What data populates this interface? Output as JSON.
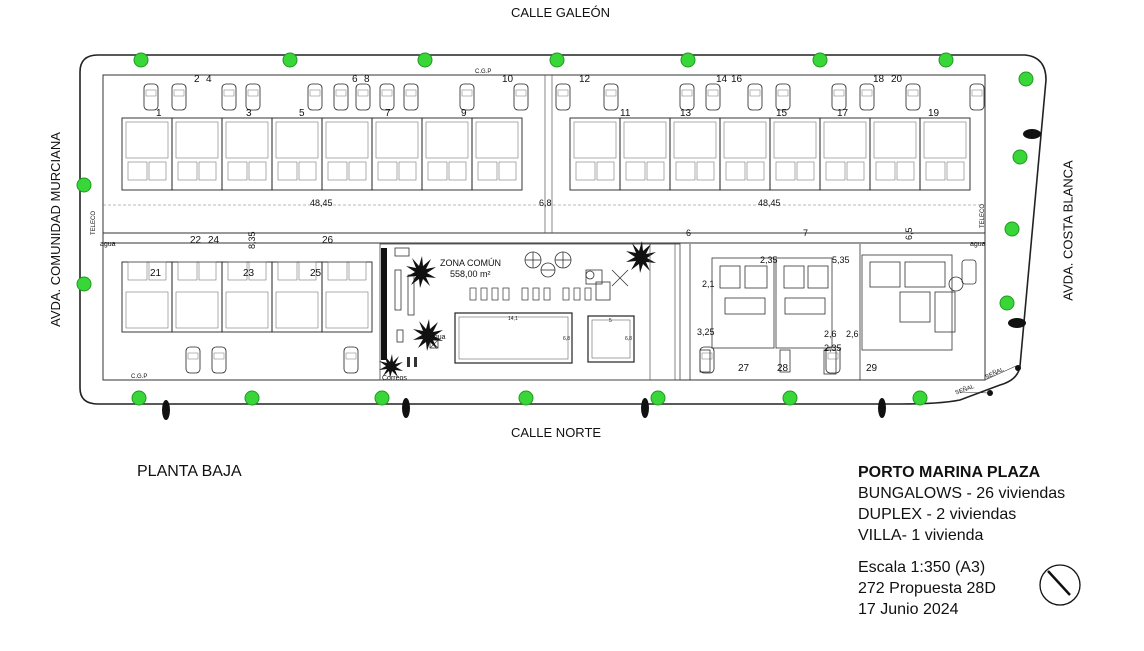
{
  "streets": {
    "top": "CALLE GALEÓN",
    "bottom": "CALLE NORTE",
    "left": "AVDA. COMUNIDAD MURCIANA",
    "right": "AVDA. COSTA BLANCA"
  },
  "plan_name": "PLANTA BAJA",
  "project": {
    "name": "PORTO MARINA PLAZA",
    "lines": [
      "BUNGALOWS  - 26 viviendas",
      "DUPLEX - 2 viviendas",
      "VILLA- 1 vivienda"
    ],
    "scale": "Escala 1:350 (A3)",
    "proposal": "272 Propuesta 28D",
    "date": "17 Junio 2024"
  },
  "common_zone": {
    "label": "ZONA COMÚN",
    "area": "558,00 m²"
  },
  "units_top_left": [
    "2",
    "4",
    "6",
    "8",
    "10",
    "1",
    "3",
    "5",
    "7",
    "9"
  ],
  "units_top_right": [
    "12",
    "14",
    "16",
    "18",
    "20",
    "11",
    "13",
    "15",
    "17",
    "19"
  ],
  "units_bottom": [
    "22",
    "24",
    "26",
    "21",
    "23",
    "25",
    "27",
    "28",
    "29"
  ],
  "dimensions": {
    "block_left": "48,45",
    "block_right": "48,45",
    "street_gap": "6,8",
    "side_gap": "8,35",
    "right_gap": "6,5",
    "left_gap": "7",
    "mid_gap": "6",
    "villa_w": "5,35",
    "duplex_w": "2,35",
    "d1": "2,1",
    "d2": "3,25",
    "d3": "2,6",
    "d4": "2,6",
    "d5": "2,35",
    "pool_main": "14,1",
    "pool_main_h": "6,8",
    "pool_small": "5",
    "pool_small_h": "6,8"
  },
  "annotations": {
    "cgp": "C.G.P",
    "telecom": "TELECO",
    "agua": "agua",
    "correos": "Correos",
    "senal": "SEÑAL"
  },
  "colors": {
    "tree": "#39d63a",
    "tree_border": "#1f9a1f",
    "lines": "#222222",
    "light_lines": "#777777"
  }
}
